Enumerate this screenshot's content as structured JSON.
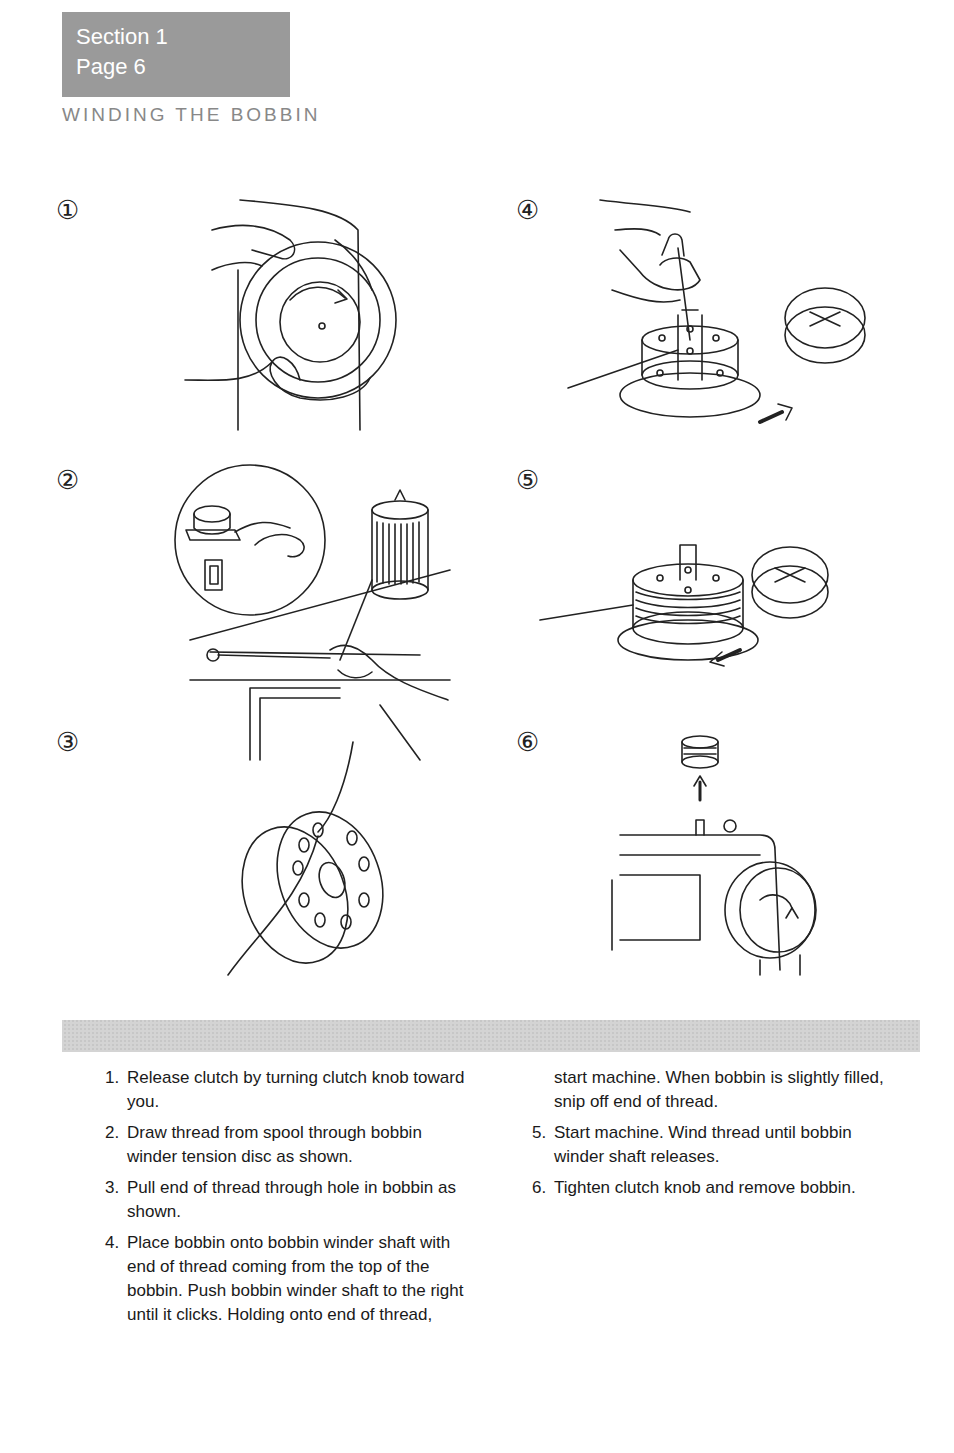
{
  "diagram": {
    "title": "WINDING THE BOBBIN",
    "nodes": [
      {
        "text": [
          "Section 1",
          "Page 6"
        ]
      }
    ],
    "labels": [
      "①",
      "②",
      "③",
      "④",
      "⑤",
      "⑥",
      "1.",
      "Release clutch by turning clutch knob toward you.",
      "2.",
      "Draw thread from spool through bobbin winder tension disc as shown.",
      "3.",
      "Pull end of thread through hole in bobbin as shown.",
      "4.",
      "Place bobbin onto bobbin winder shaft with end of thread coming from the top of the bobbin. Push bobbin winder shaft to the right until it clicks. Holding onto end of thread, start machine. When bobbin is slightly filled, snip off end of thread.",
      "5.",
      "Start machine. Wind thread until bobbin winder shaft releases.",
      "6.",
      "Tighten clutch knob and remove bobbin."
    ]
  }
}
